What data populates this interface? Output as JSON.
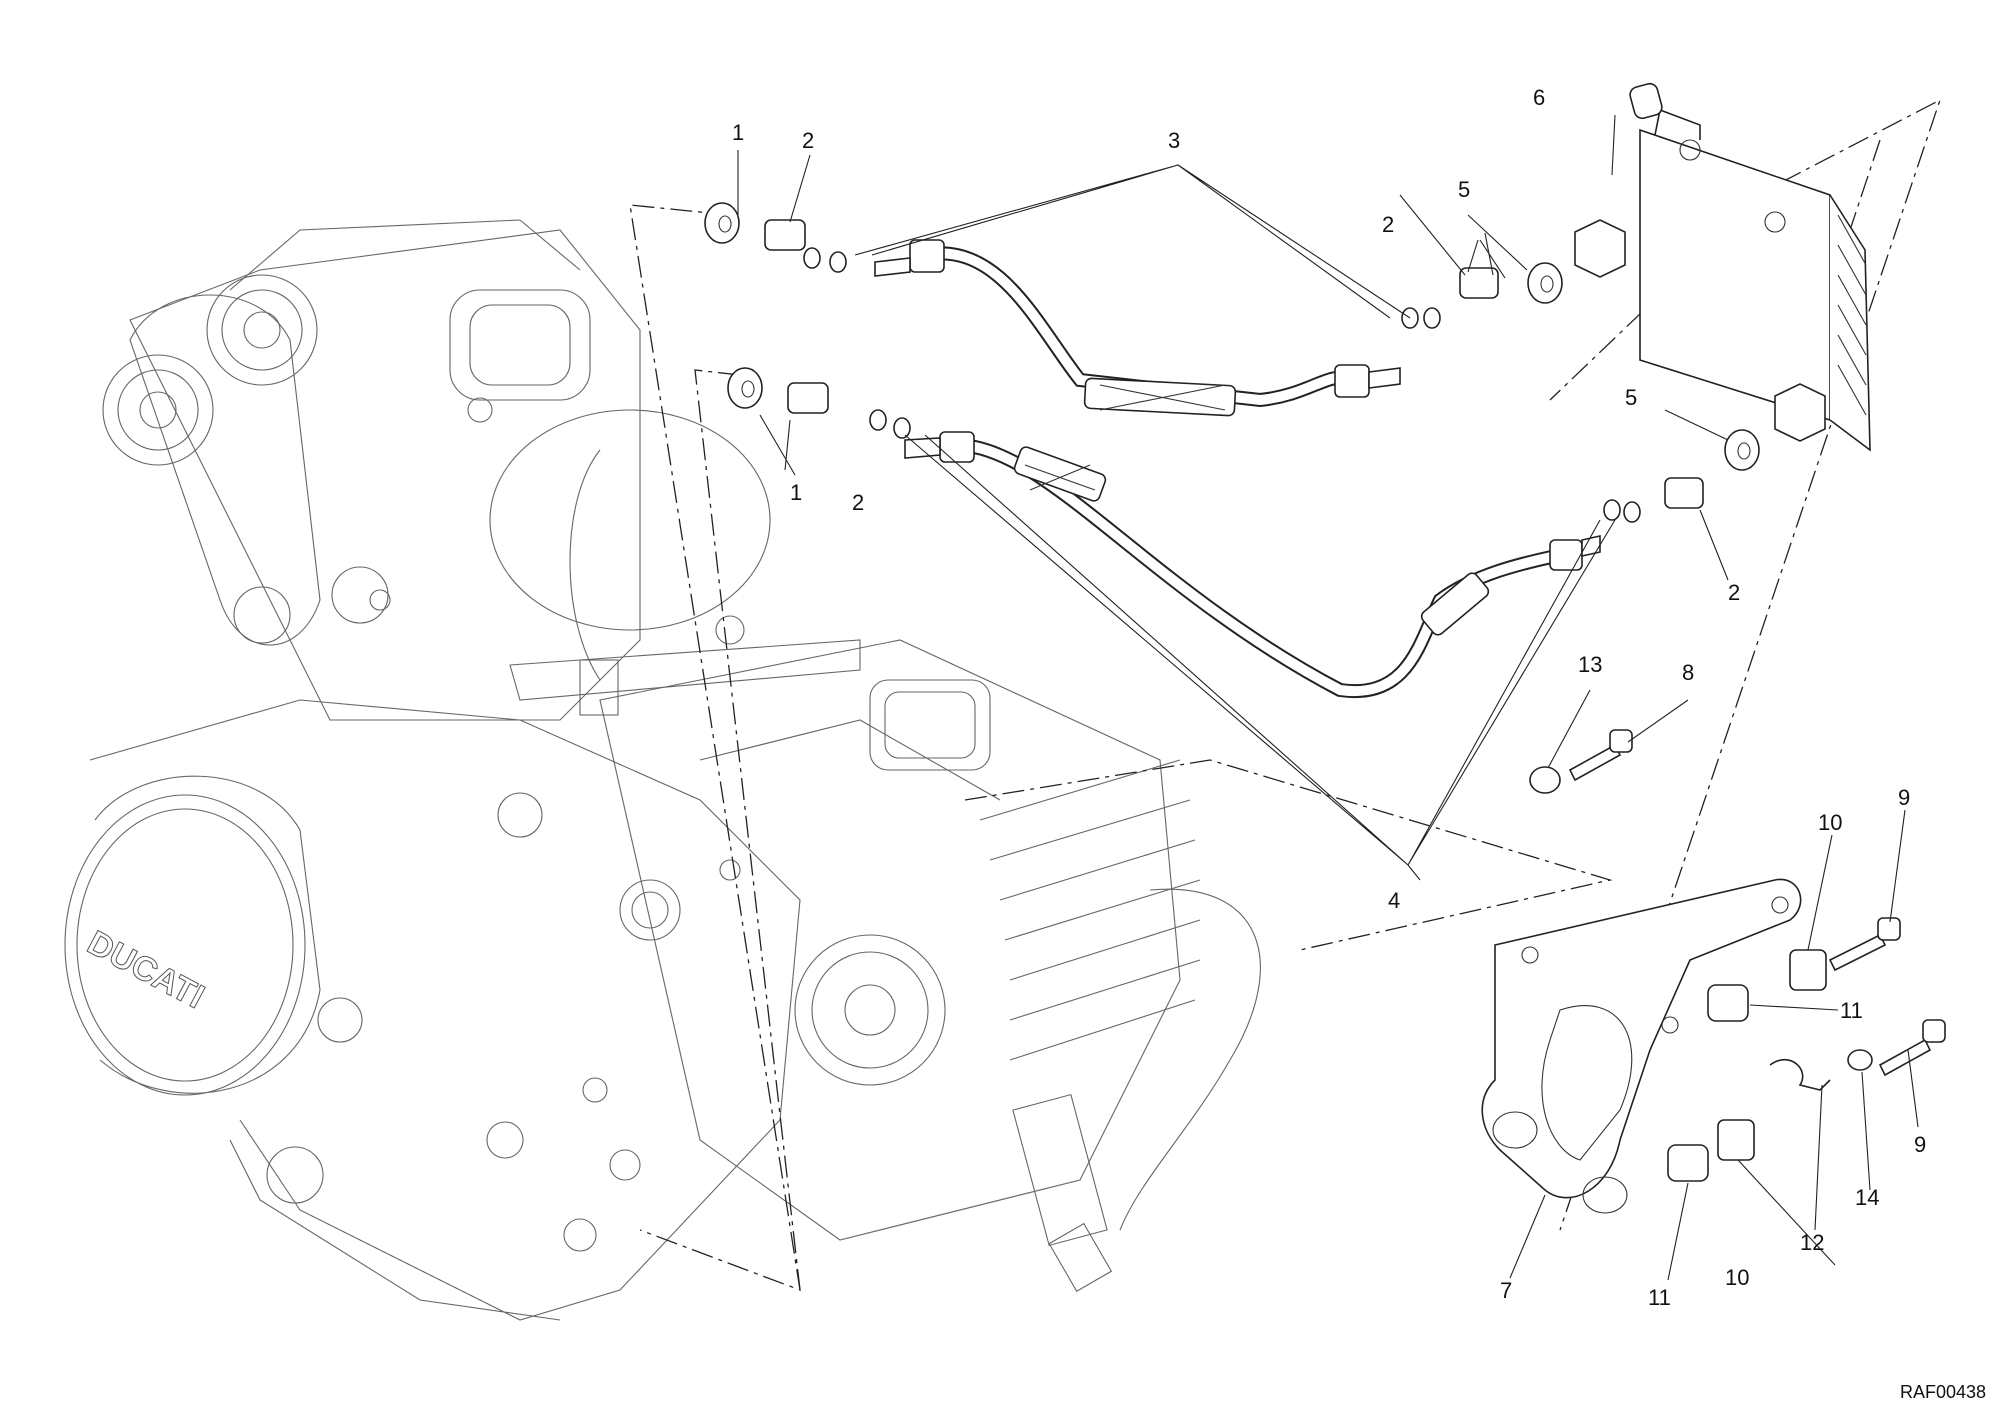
{
  "drawing_code": "RAF00438",
  "callouts": {
    "c1a": "1",
    "c1b": "1",
    "c2a": "2",
    "c2b": "2",
    "c2c": "2",
    "c2d": "2",
    "c3": "3",
    "c4": "4",
    "c5a": "5",
    "c5b": "5",
    "c6": "6",
    "c7": "7",
    "c8": "8",
    "c9a": "9",
    "c9b": "9",
    "c10a": "10",
    "c10b": "10",
    "c11a": "11",
    "c11b": "11",
    "c12": "12",
    "c13": "13",
    "c14": "14"
  },
  "engine_cover_logo": "DUCATI"
}
